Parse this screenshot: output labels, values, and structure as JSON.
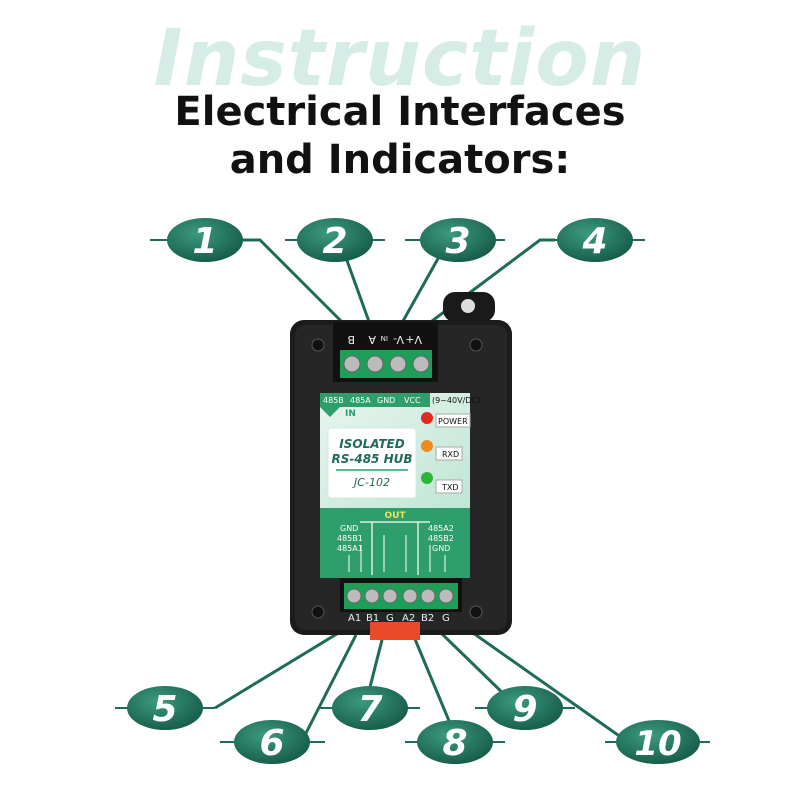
{
  "header": {
    "bg_word": "Instruction",
    "title_line1": "Electrical Interfaces",
    "title_line2": "and Indicators:"
  },
  "callouts": [
    "1",
    "2",
    "3",
    "4",
    "5",
    "6",
    "7",
    "8",
    "9",
    "10"
  ],
  "device": {
    "top_terminal_labels": [
      "B",
      "A",
      "IN",
      "V-",
      "V+"
    ],
    "input_labels": [
      "485B",
      "485A",
      "GND",
      "VCC"
    ],
    "voltage_range": "(9~40V/DC)",
    "in_tag": "IN",
    "product_line1": "ISOLATED",
    "product_line2": "RS-485 HUB",
    "model": "JC-102",
    "leds": [
      "POWER",
      "RXD",
      "TXD"
    ],
    "out_tag": "OUT",
    "left_out": [
      "GND",
      "485B1",
      "485A1"
    ],
    "right_out": [
      "485A2",
      "485B2",
      "GND"
    ],
    "bottom_terminal_labels": [
      "A1",
      "B1",
      "G",
      "A2",
      "B2",
      "G"
    ]
  },
  "colors": {
    "callout_green": "#1e6b58",
    "panel_green": "#2e9e6b",
    "led_power": "#e02b1f",
    "led_rxd": "#f08a1a",
    "led_txd": "#2fb43a",
    "terminal_green": "#1f9e5a"
  }
}
